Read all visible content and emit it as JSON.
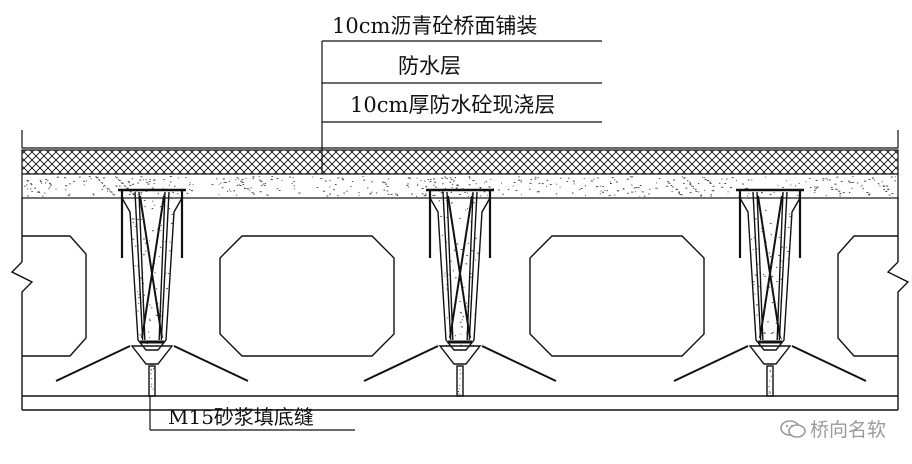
{
  "labels": {
    "surface": "10cm沥青砼桥面铺装",
    "waterproof": "防水层",
    "concrete": "10cm厚防水砼现浇层",
    "grout": "M15砂浆填底缝"
  },
  "watermark": {
    "text": "桥向名软",
    "icon": "wechat-icon"
  },
  "colors": {
    "line": "#111111",
    "watermark": "#9a9a9a"
  }
}
